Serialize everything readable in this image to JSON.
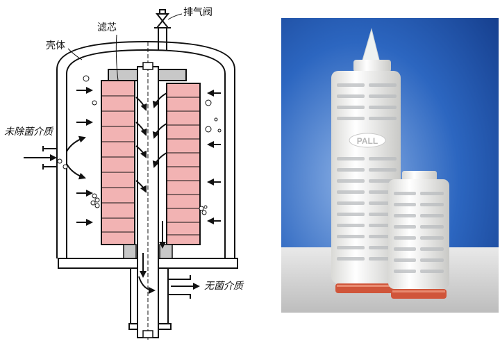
{
  "diagram": {
    "labels": {
      "vent_valve": "排气阀",
      "shell": "壳体",
      "filter_core": "滤芯",
      "inlet": "未除菌介质",
      "outlet": "无菌介质"
    }
  },
  "photo": {
    "brand_mark": "PALL",
    "background_color": "#1f5fb8",
    "cartridge_color": "#f3f3f1",
    "seal_color": "#d0553a"
  },
  "colors": {
    "filter_fill": "#f2b3b3",
    "line": "#111111"
  }
}
